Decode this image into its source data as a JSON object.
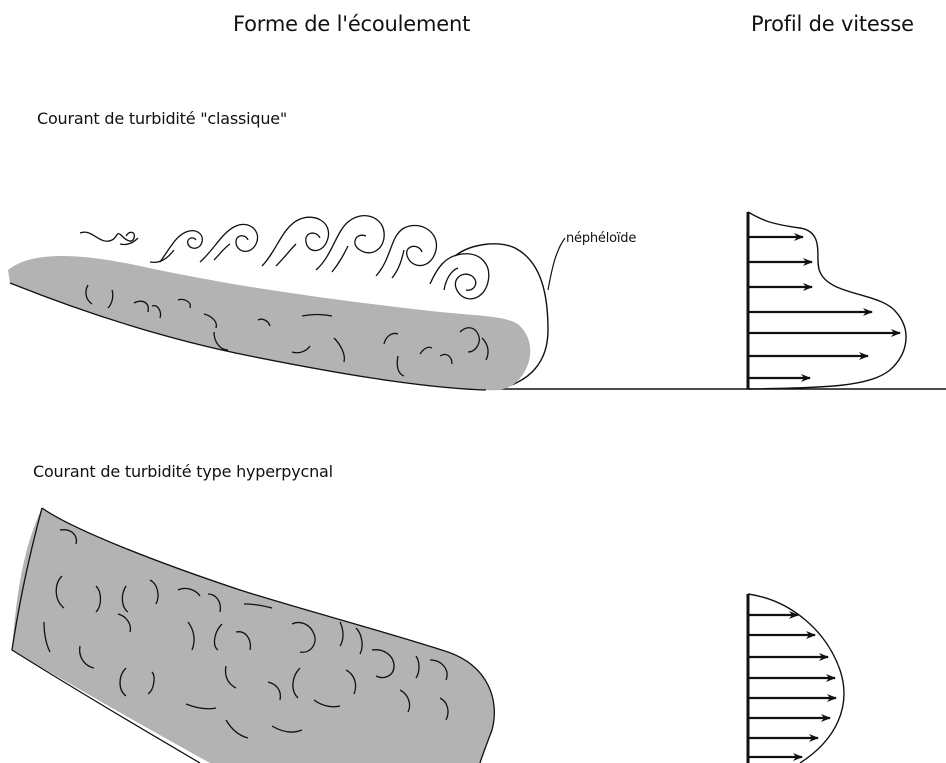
{
  "headings": {
    "flow_shape": "Forme de l'écoulement",
    "velocity_profile": "Profil de vitesse"
  },
  "sections": [
    {
      "title": "Courant de turbidité \"classique\"",
      "annotation": "néphéloïde"
    },
    {
      "title": "Courant de turbidité type hyperpycnal"
    }
  ],
  "colors": {
    "body_fill": "#b3b3b3",
    "stroke": "#111111",
    "background": "#ffffff"
  }
}
